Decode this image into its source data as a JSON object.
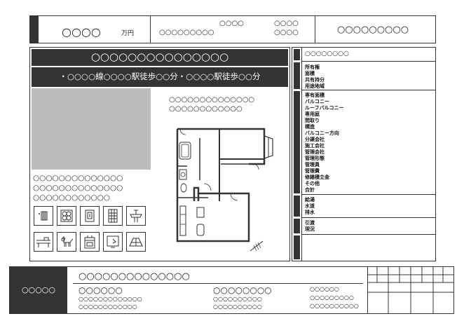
{
  "header": {
    "price_placeholder": "○○○○",
    "price_unit": "万円",
    "info_top": "○○○○",
    "info_bottom": "○○○○○○○○○",
    "code_top": "○○○○",
    "code_bottom": "○○○○",
    "company": "○○○○○○○○○"
  },
  "listing": {
    "title": "○○○○○○○○○○○○○○○",
    "access": "・○○○○線○○○○駅徒歩○○分・○○○○駅徒歩○○分",
    "plan_caption_1": "○○○○○○○○○○○○○○",
    "plan_caption_2": "○○○○○○○○○○○○",
    "desc_lines": [
      "○○○○○○○○○○○○○○",
      "○○○○○○○○○○○○○○",
      "○○○○○○○○○○○○"
    ]
  },
  "icons": [
    "tatami-icon",
    "washing-machine-icon",
    "fridge-icon",
    "window-icon",
    "washbasin-icon",
    "kitchen-counter-icon",
    "pet-icon",
    "stove-icon",
    "tv-monitor-icon",
    "parking-icon"
  ],
  "details": {
    "top_value": "○○○○○○○○",
    "group1": [
      "所有権",
      "面積",
      "共有持分",
      "用途地域"
    ],
    "group2": [
      "専有面積",
      "バルコニー",
      "ルーフバルコニー",
      "専用庭",
      "間取り",
      "構造",
      "バルコニー方向",
      "分譲会社",
      "施工会社",
      "管理会社",
      "管理形態",
      "管理員",
      "管理費",
      "修繕積立金",
      "その他",
      "合計"
    ],
    "group3": [
      "給湯",
      "水道",
      "排水"
    ],
    "group4": [
      "引渡",
      "現況"
    ]
  },
  "footer": {
    "logo": "○○○○○",
    "company_name": "○○○○○○○○○○○○○○",
    "col1_title": "○○○○○○",
    "col1_lines": [
      "○○○○○○○○○○○○○",
      "○○○○○○○○○○○○"
    ],
    "col2_title": "○○○○○○○○",
    "col2_lines": [
      "○○○○○○○○○○",
      "○○○○○○○○○○"
    ],
    "col3_lines": [
      "○○○○○○",
      "○○○○○○○○○",
      "○○○○○○○○○○"
    ]
  }
}
